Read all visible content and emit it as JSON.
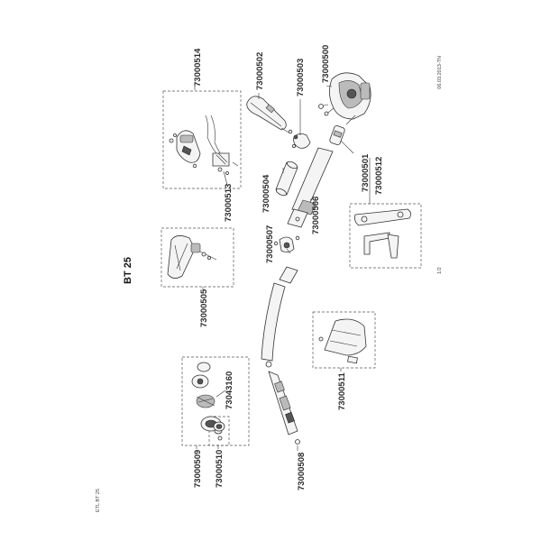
{
  "meta": {
    "date_code": "06.03.2013-TN",
    "page_number": "1/2",
    "doc_code": "ETL BT 25",
    "model_title": "BT 25"
  },
  "part_labels": [
    {
      "id": "p73000514",
      "text": "73000514"
    },
    {
      "id": "p73000502",
      "text": "73000502"
    },
    {
      "id": "p73000503",
      "text": "73000503"
    },
    {
      "id": "p73000500",
      "text": "73000500"
    },
    {
      "id": "p73000513",
      "text": "73000513"
    },
    {
      "id": "p73000504",
      "text": "73000504"
    },
    {
      "id": "p73000506",
      "text": "73000506"
    },
    {
      "id": "p73000501",
      "text": "73000501"
    },
    {
      "id": "p73000512",
      "text": "73000512"
    },
    {
      "id": "p73000507",
      "text": "73000507"
    },
    {
      "id": "p73000505",
      "text": "73000505"
    },
    {
      "id": "p73043160",
      "text": "73043160"
    },
    {
      "id": "p73000509",
      "text": "73000509"
    },
    {
      "id": "p73000510",
      "text": "73000510"
    },
    {
      "id": "p73000508",
      "text": "73000508"
    },
    {
      "id": "p73000511",
      "text": "73000511"
    }
  ]
}
